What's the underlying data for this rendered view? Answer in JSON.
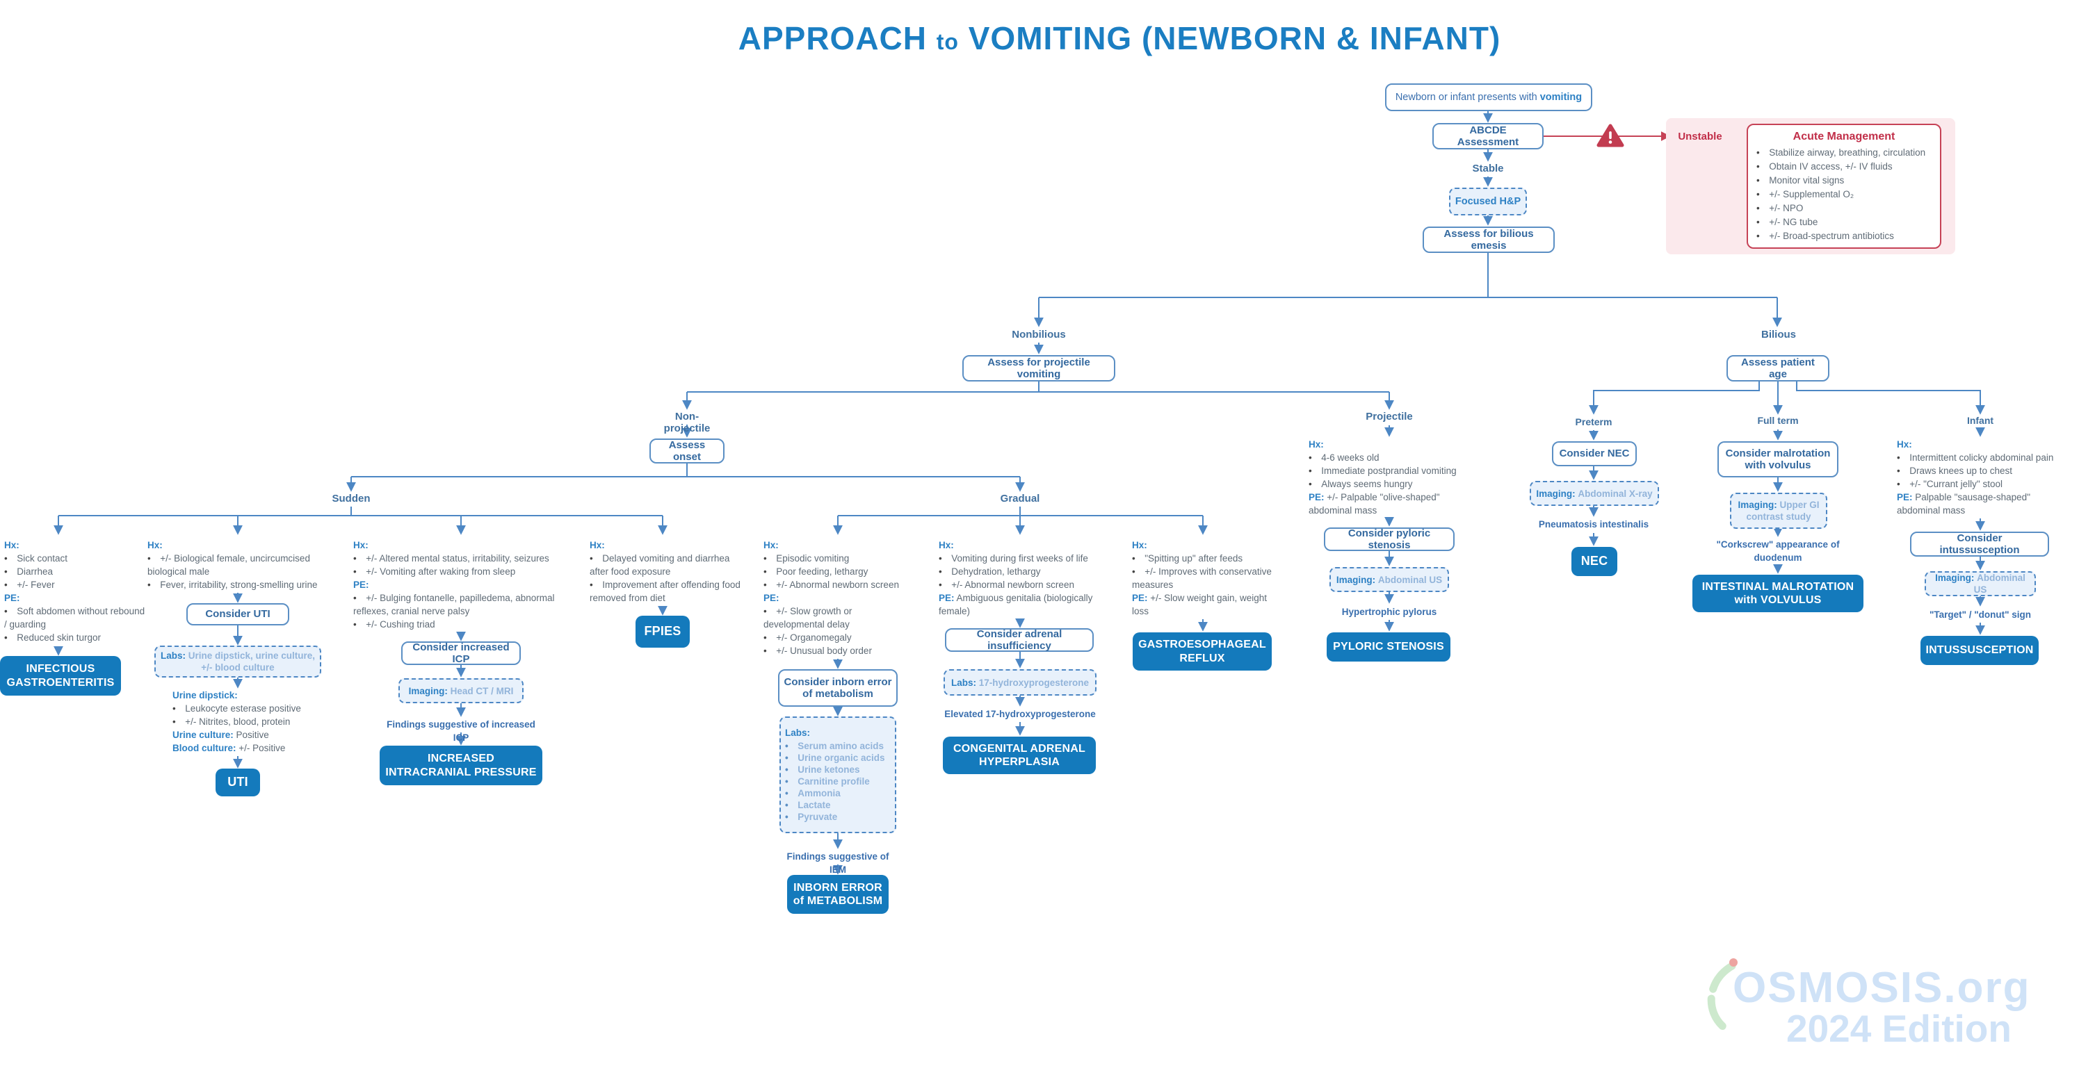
{
  "title": {
    "part1": "APPROACH",
    "part2": "to",
    "part3": "VOMITING",
    "part4": "(NEWBORN & INFANT)"
  },
  "top": {
    "presents_text": "Newborn or infant presents with",
    "presents_bold": "vomiting",
    "abcde": "ABCDE Assessment",
    "stable": "Stable",
    "unstable": "Unstable",
    "focused_hp": "Focused H&P",
    "assess_bilious": "Assess for bilious emesis",
    "acute_title": "Acute Management",
    "acute_items": [
      "Stabilize airway, breathing, circulation",
      "Obtain IV access, +/- IV fluids",
      "Monitor vital signs",
      "+/- Supplemental O₂",
      "+/- NPO",
      "+/- NG tube",
      "+/- Broad-spectrum antibiotics"
    ]
  },
  "labels": {
    "hx": "Hx:",
    "pe": "PE:",
    "labs": "Labs:",
    "imaging": "Imaging:"
  },
  "branches": {
    "nonbilious": "Nonbilious",
    "bilious": "Bilious",
    "assess_projectile": "Assess for projectile vomiting",
    "assess_age": "Assess patient age",
    "non_projectile": "Non-projectile",
    "projectile": "Projectile",
    "assess_onset": "Assess onset",
    "sudden": "Sudden",
    "gradual": "Gradual",
    "preterm": "Preterm",
    "full_term": "Full term",
    "infant": "Infant"
  },
  "columns": {
    "gastro": {
      "hx": [
        "Sick contact",
        "Diarrhea",
        "+/- Fever"
      ],
      "pe": [
        "Soft abdomen without rebound / guarding",
        "Reduced skin turgor"
      ],
      "result": "INFECTIOUS GASTROENTERITIS"
    },
    "uti": {
      "hx": [
        "+/- Biological female, uncircumcised biological male",
        "Fever, irritability, strong-smelling urine"
      ],
      "consider": "Consider UTI",
      "labs_value": "Urine dipstick, urine culture, +/- blood culture",
      "dipstick_label": "Urine dipstick:",
      "dipstick": [
        "Leukocyte esterase positive",
        "+/- Nitrites, blood, protein"
      ],
      "urine_culture_label": "Urine culture:",
      "urine_culture_value": "Positive",
      "blood_culture_label": "Blood culture:",
      "blood_culture_value": "+/- Positive",
      "result": "UTI"
    },
    "icp": {
      "hx": [
        "+/- Altered mental status, irritability, seizures",
        "+/- Vomiting after waking from sleep"
      ],
      "pe": [
        "+/- Bulging fontanelle, papilledema, abnormal reflexes, cranial nerve palsy",
        "+/- Cushing triad"
      ],
      "consider": "Consider increased ICP",
      "imaging_value": "Head CT / MRI",
      "findings": "Findings suggestive of increased ICP",
      "result": "INCREASED INTRACRANIAL PRESSURE"
    },
    "fpies": {
      "hx": [
        "Delayed vomiting and diarrhea after food exposure",
        "Improvement after offending food removed from diet"
      ],
      "result": "FPIES"
    },
    "iem": {
      "hx": [
        "Episodic vomiting",
        "Poor feeding, lethargy",
        "+/- Abnormal newborn screen"
      ],
      "pe": [
        "+/- Slow growth or developmental delay",
        "+/- Organomegaly",
        "+/- Unusual body order"
      ],
      "consider": "Consider inborn error of metabolism",
      "labs": [
        "Serum amino acids",
        "Urine organic acids",
        "Urine ketones",
        "Carnitine profile",
        "Ammonia",
        "Lactate",
        "Pyruvate"
      ],
      "findings": "Findings suggestive of IEM",
      "result": "INBORN ERROR of METABOLISM"
    },
    "cah": {
      "hx": [
        "Vomiting during first weeks of life",
        "Dehydration, lethargy",
        "+/- Abnormal newborn screen"
      ],
      "pe_inline": "Ambiguous genitalia (biologically female)",
      "consider": "Consider adrenal insufficiency",
      "labs_value": "17-hydroxyprogesterone",
      "findings": "Elevated 17-hydroxyprogesterone",
      "result": "CONGENITAL ADRENAL HYPERPLASIA"
    },
    "gerd": {
      "hx": [
        "\"Spitting up\" after feeds",
        "+/- Improves with conservative measures"
      ],
      "pe_inline": "+/- Slow weight gain, weight loss",
      "result": "GASTROESOPHAGEAL REFLUX"
    },
    "pyloric": {
      "hx": [
        "4-6 weeks old",
        "Immediate postprandial vomiting",
        "Always seems hungry"
      ],
      "pe_inline": "+/- Palpable \"olive-shaped\" abdominal mass",
      "consider": "Consider pyloric stenosis",
      "imaging_value": "Abdominal US",
      "findings": "Hypertrophic pylorus",
      "result": "PYLORIC STENOSIS"
    },
    "nec": {
      "consider": "Consider NEC",
      "imaging_value": "Abdominal X-ray",
      "findings": "Pneumatosis intestinalis",
      "result": "NEC"
    },
    "malrotation": {
      "consider": "Consider malrotation with volvulus",
      "imaging_value": "Upper GI contrast study",
      "findings": "\"Corkscrew\" appearance of duodenum",
      "result": "INTESTINAL MALROTATION with VOLVULUS"
    },
    "intussusception": {
      "hx": [
        "Intermittent colicky abdominal pain",
        "Draws knees up to chest",
        "+/- \"Currant jelly\" stool"
      ],
      "pe_inline": "Palpable \"sausage-shaped\" abdominal mass",
      "consider": "Consider intussusception",
      "imaging_value": "Abdominal US",
      "findings": "\"Target\" / \"donut\" sign",
      "result": "INTUSSUSCEPTION"
    }
  },
  "footer": {
    "logo": "OSMOSIS.org",
    "edition": "2024 Edition"
  }
}
